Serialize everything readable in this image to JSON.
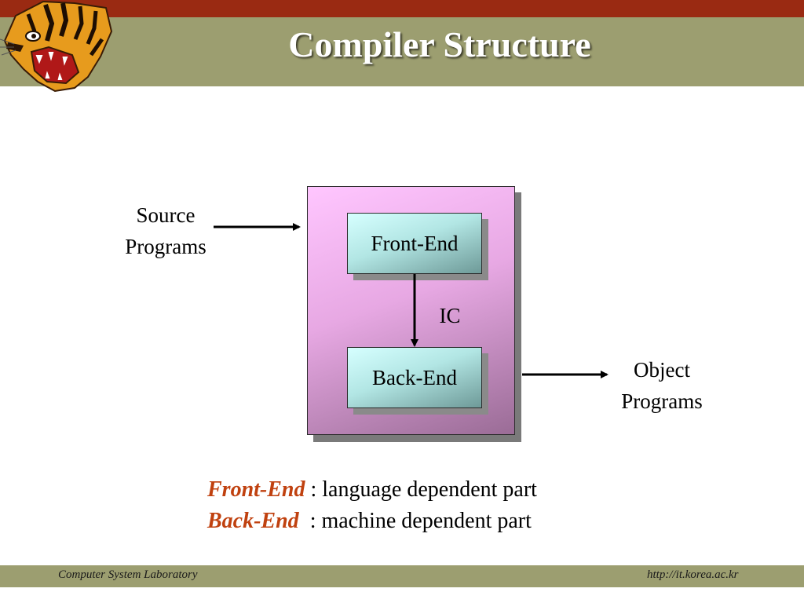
{
  "header": {
    "title": "Compiler Structure",
    "logo_icon": "tiger-head-icon"
  },
  "diagram": {
    "source_label_line1": "Source",
    "source_label_line2": "Programs",
    "front_end_label": "Front-End",
    "ic_label": "IC",
    "back_end_label": "Back-End",
    "object_label_line1": "Object",
    "object_label_line2": "Programs"
  },
  "legend": {
    "items": [
      {
        "term": "Front-End",
        "description": " : language dependent part"
      },
      {
        "term": "Back-End",
        "description": "  : machine dependent part"
      }
    ]
  },
  "footer": {
    "left": "Computer System Laboratory",
    "right": "http://it.korea.ac.kr"
  },
  "colors": {
    "header_top": "#9a2a12",
    "header_band": "#9c9e70",
    "legend_term": "#c0410f"
  }
}
